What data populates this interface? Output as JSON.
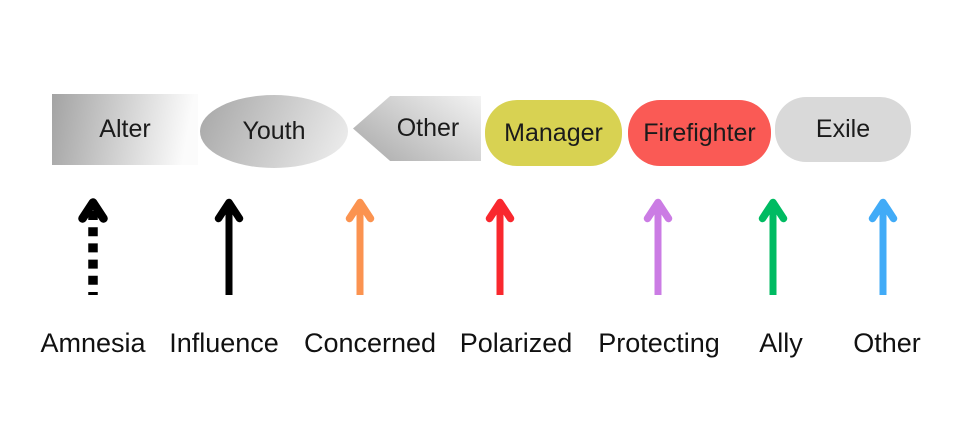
{
  "diagram": {
    "background": "#ffffff",
    "parts_row": [
      {
        "label": "Alter",
        "shape": "gradient-rectangle",
        "fill_start": "#a3a3a3",
        "fill_end": "#fbfbfb"
      },
      {
        "label": "Youth",
        "shape": "gradient-ellipse",
        "fill_start": "#a6a6a6",
        "fill_end": "#f0f0f0"
      },
      {
        "label": "Other",
        "shape": "left-pointing-arrow",
        "fill_start": "#f3f3f3",
        "fill_end": "#a8a8a8"
      },
      {
        "label": "Manager",
        "shape": "rounded-rectangle",
        "fill": "#d8d252"
      },
      {
        "label": "Firefighter",
        "shape": "rounded-rectangle",
        "fill": "#fa5a55"
      },
      {
        "label": "Exile",
        "shape": "rounded-rectangle",
        "fill": "#d9d9d9"
      }
    ],
    "arrows_row": [
      {
        "label": "Amnesia",
        "color": "#000000",
        "line_style": "dashed"
      },
      {
        "label": "Influence",
        "color": "#000000",
        "line_style": "solid"
      },
      {
        "label": "Concerned",
        "color": "#fb9350",
        "line_style": "solid"
      },
      {
        "label": "Polarized",
        "color": "#f9282e",
        "line_style": "solid"
      },
      {
        "label": "Protecting",
        "color": "#cb7ce4",
        "line_style": "solid"
      },
      {
        "label": "Ally",
        "color": "#00bb62",
        "line_style": "solid"
      },
      {
        "label": "Other",
        "color": "#41abf7",
        "line_style": "solid"
      }
    ]
  }
}
